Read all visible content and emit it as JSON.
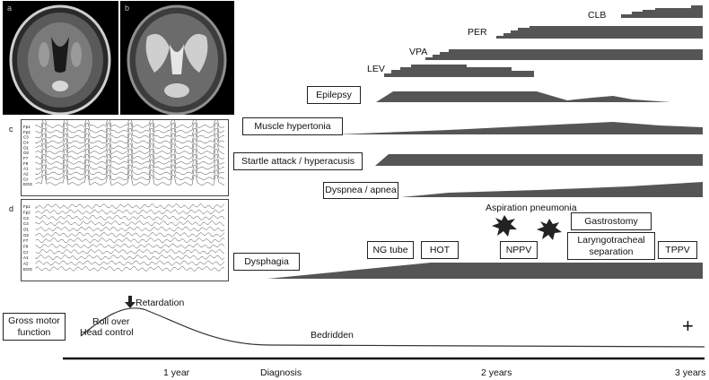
{
  "mri_panels": [
    {
      "letter": "a"
    },
    {
      "letter": "b"
    }
  ],
  "eeg_panels": [
    {
      "letter": "c",
      "channels": [
        "Fp1",
        "Fp2",
        "C3",
        "C4",
        "O1",
        "O2",
        "F7",
        "F8",
        "A1",
        "A2",
        "Cz",
        "EOG"
      ]
    },
    {
      "letter": "d",
      "channels": [
        "Fp1",
        "Fp2",
        "C3",
        "C4",
        "O1",
        "O2",
        "F7",
        "F8",
        "Cz",
        "A1",
        "A2",
        "EOG"
      ]
    }
  ],
  "medications": [
    {
      "label": "CLB"
    },
    {
      "label": "PER"
    },
    {
      "label": "VPA"
    },
    {
      "label": "LEV"
    }
  ],
  "symptoms": [
    {
      "label": "Epilepsy"
    },
    {
      "label": "Muscle hypertonia"
    },
    {
      "label": "Startle attack / hyperacusis"
    },
    {
      "label": "Dyspnea / apnea"
    },
    {
      "label": "Dysphagia"
    }
  ],
  "events": {
    "aspiration_pneumonia": "Aspiration pneumonia",
    "interventions": [
      {
        "label": "NG tube"
      },
      {
        "label": "HOT"
      },
      {
        "label": "NPPV"
      },
      {
        "label": "Gastrostomy"
      },
      {
        "label": "Laryngotracheal separation"
      },
      {
        "label": "TPPV"
      }
    ]
  },
  "motor": {
    "box_label": "Gross motor function",
    "retardation": "Retardation",
    "roll_over": "Roll over",
    "head_control": "Head control",
    "bedridden": "Bedridden",
    "death_marker": "+"
  },
  "timeline": {
    "ticks": [
      "1 year",
      "Diagnosis",
      "2 years",
      "3 years"
    ]
  },
  "colors": {
    "bar": "#555555",
    "bar_dark": "#444444",
    "burst": "#222222"
  }
}
